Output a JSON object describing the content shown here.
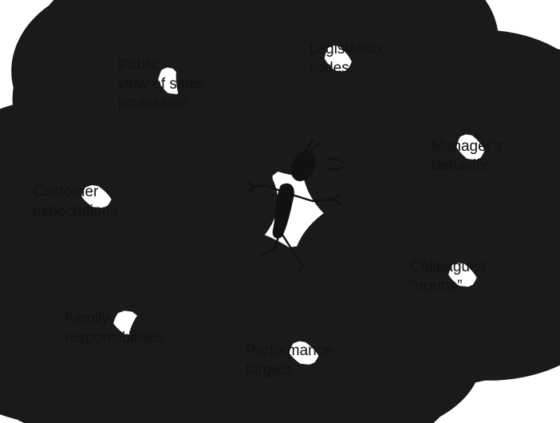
{
  "influences": [
    {
      "id": "public-view",
      "text": "Public\nview of sales\nprofession"
    },
    {
      "id": "legislation",
      "text": "Legislation,\ncodes"
    },
    {
      "id": "manager",
      "text": "Manager’s\nbehavior"
    },
    {
      "id": "customer",
      "text": "Customer\nexpectations"
    },
    {
      "id": "colleagues",
      "text": "Colleagues’\n“norms”"
    },
    {
      "id": "family",
      "text": "Family\nresponsibilities"
    },
    {
      "id": "performance",
      "text": "Performance\ntargets"
    }
  ]
}
